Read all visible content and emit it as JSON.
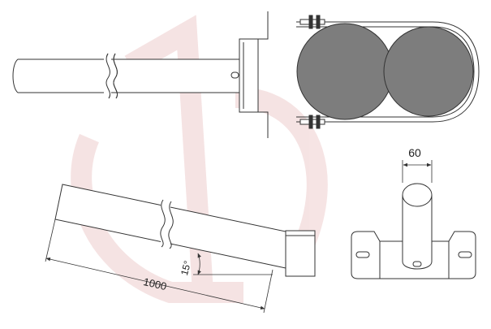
{
  "drawing": {
    "dimensions": {
      "arm_length": "1000",
      "tilt_angle": "15°",
      "tube_diameter": "60"
    },
    "colors": {
      "line": "#333333",
      "lamp_fill": "#7d7d7d",
      "watermark": "#f3dede",
      "tube_fill": "#ffffff"
    },
    "views": [
      {
        "id": "side-view-straight-arm"
      },
      {
        "id": "top-view-double-clamp"
      },
      {
        "id": "side-view-tilted-arm"
      },
      {
        "id": "front-view-mounting-plate"
      }
    ]
  }
}
